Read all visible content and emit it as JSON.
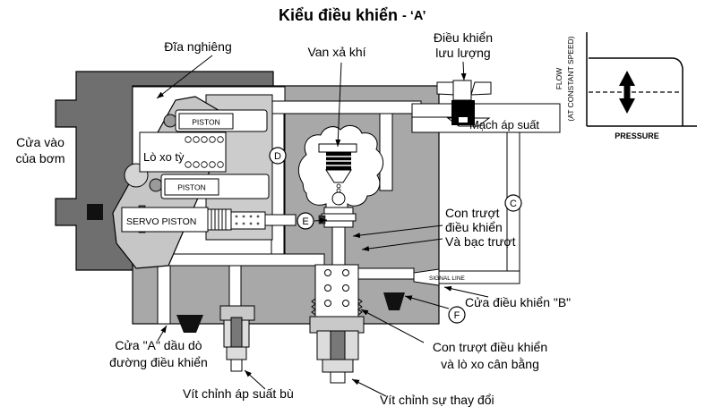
{
  "title": {
    "main": "Kiểu điều khiển",
    "suffix": "- ‘A’"
  },
  "callouts": {
    "dia_nghieng": "Đĩa nghiêng",
    "van_xa_khi": "Van xả khí",
    "luu_luong_1": "Điều  khiển",
    "luu_luong_2": "lưu lượng",
    "cua_vao_1": "Cửa vào",
    "cua_vao_2": "của bơm",
    "mach_ap_suat": "Mạch áp suất",
    "con_truot_1": "Con trượt",
    "con_truot_2": "điều khiển",
    "con_truot_3": "Và bạc trượt",
    "cua_b": "Cửa điều khiển \"B\"",
    "cua_a_1": "Cửa \"A\" dầu dò",
    "cua_a_2": "đường điều khiển",
    "vit_bu": "Vít chỉnh  áp suất bù",
    "vit_thay_doi": "Vít chỉnh sự thay đổi",
    "can_bang_1": "Con trượt điều khiển",
    "can_bang_2": "và lò xo cân bằng"
  },
  "parts": {
    "piston": "PISTON",
    "lo_xo_ty": "Lò xo tỳ",
    "servo_piston": "SERVO PISTON",
    "signal_line": "SIGNAL LINE"
  },
  "markers": {
    "c": "C",
    "d": "D",
    "e": "E",
    "f": "F"
  },
  "graph": {
    "type": "line",
    "ylabel_line1": "FLOW",
    "ylabel_line2": "(AT CONSTANT SPEED)",
    "xlabel": "PRESSURE",
    "curve": "flow constant until cutoff pressure then vertical drop",
    "annotation": "dashed adjustable flow level with vertical double arrow"
  },
  "colors": {
    "casing": "#6f6f6f",
    "body": "#a8a8a8",
    "light_part": "#cccccc",
    "lighter_part": "#dcdcdc",
    "screw_core": "#787878",
    "black": "#000000",
    "white": "#ffffff"
  }
}
